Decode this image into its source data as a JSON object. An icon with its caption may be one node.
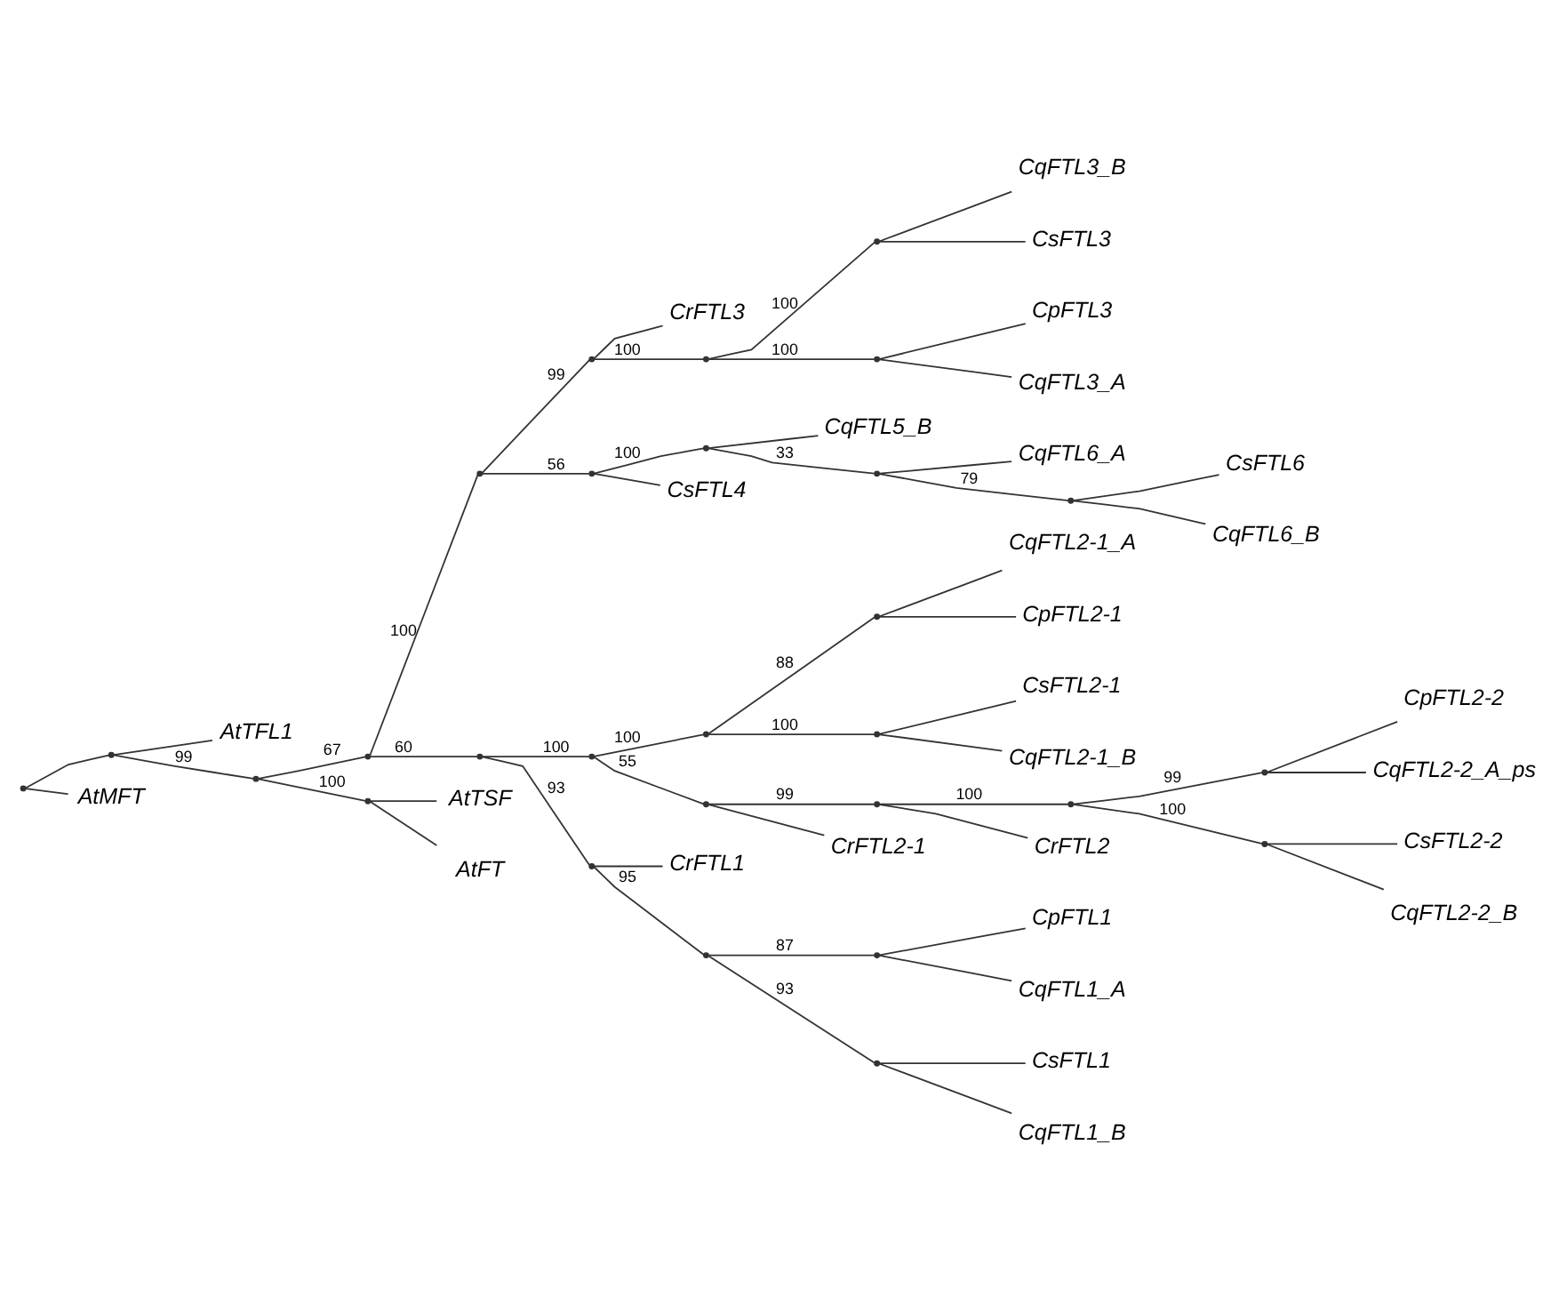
{
  "diagram": {
    "nodes": [
      {
        "text": [],
        "shape": "point"
      },
      {
        "text": [],
        "shape": "point"
      },
      {
        "text": [
          "AtTFL1"
        ]
      },
      {
        "text": [],
        "shape": "point"
      },
      {
        "text": [],
        "shape": "point"
      },
      {
        "text": [],
        "shape": "point"
      },
      {
        "text": [],
        "shape": "point"
      },
      {
        "text": [
          "CrFTL3"
        ]
      },
      {
        "text": [],
        "shape": "point"
      },
      {
        "text": [],
        "shape": "point"
      },
      {
        "text": [
          "CqFTL3_B"
        ]
      },
      {
        "text": [
          "CsFTL3"
        ]
      },
      {
        "text": [],
        "shape": "point"
      },
      {
        "text": [
          "CpFTL3"
        ]
      },
      {
        "text": [
          "CqFTL3_A"
        ]
      },
      {
        "text": [],
        "shape": "point"
      },
      {
        "text": [],
        "shape": "point"
      },
      {
        "text": [
          "CqFTL5_B"
        ]
      },
      {
        "text": [],
        "shape": "point"
      },
      {
        "text": [
          "CqFTL6_A"
        ]
      },
      {
        "text": [],
        "shape": "point"
      },
      {
        "text": [
          "CsFTL6"
        ]
      },
      {
        "text": [
          "CqFTL6_B"
        ]
      },
      {
        "text": [
          "CsFTL4"
        ]
      },
      {
        "text": [],
        "shape": "point"
      },
      {
        "text": [],
        "shape": "point"
      },
      {
        "text": [],
        "shape": "point"
      },
      {
        "text": [],
        "shape": "point"
      },
      {
        "text": [
          "CqFTL2-1_A"
        ]
      },
      {
        "text": [
          "CpFTL2-1"
        ]
      },
      {
        "text": [],
        "shape": "point"
      },
      {
        "text": [
          "CsFTL2-1"
        ]
      },
      {
        "text": [
          "CqFTL2-1_B"
        ]
      },
      {
        "text": [],
        "shape": "point"
      },
      {
        "text": [],
        "shape": "point"
      },
      {
        "text": [],
        "shape": "point"
      },
      {
        "text": [],
        "shape": "point"
      },
      {
        "text": [
          "CpFTL2-2"
        ]
      },
      {
        "text": [
          "CqFTL2-2_A_ps"
        ]
      },
      {
        "text": [],
        "shape": "point"
      },
      {
        "text": [
          "CsFTL2-2"
        ]
      },
      {
        "text": [
          "CqFTL2-2_B"
        ]
      },
      {
        "text": [
          "CrFTL2"
        ]
      },
      {
        "text": [
          "CrFTL2-1"
        ]
      },
      {
        "text": [],
        "shape": "point"
      },
      {
        "text": [
          "CrFTL1"
        ]
      },
      {
        "text": [],
        "shape": "point"
      },
      {
        "text": [],
        "shape": "point"
      },
      {
        "text": [
          "CpFTL1"
        ]
      },
      {
        "text": [
          "CqFTL1_A"
        ]
      },
      {
        "text": [],
        "shape": "point"
      },
      {
        "text": [
          "CsFTL1"
        ]
      },
      {
        "text": [
          "CqFTL1_B"
        ]
      },
      {
        "text": [],
        "shape": "point"
      },
      {
        "text": [
          "AtTSF"
        ]
      },
      {
        "text": [
          "AtFT"
        ]
      },
      {
        "text": [
          "AtMFT"
        ]
      }
    ],
    "edges": [
      {
        "from": 0,
        "to": 1,
        "arrow": "none"
      },
      {
        "from": 1,
        "to": 2,
        "arrow": "none"
      },
      {
        "from": 1,
        "to": 3,
        "arrow": "none",
        "label": "99"
      },
      {
        "from": 3,
        "to": 4,
        "arrow": "none",
        "label": "67"
      },
      {
        "from": 4,
        "to": 5,
        "arrow": "none",
        "label": "100"
      },
      {
        "from": 5,
        "to": 6,
        "arrow": "none",
        "label": "99"
      },
      {
        "from": 6,
        "to": 7,
        "arrow": "none"
      },
      {
        "from": 6,
        "to": 8,
        "arrow": "none",
        "label": "100"
      },
      {
        "from": 8,
        "to": 9,
        "arrow": "none",
        "label": "100"
      },
      {
        "from": 9,
        "to": 10,
        "arrow": "none"
      },
      {
        "from": 9,
        "to": 11,
        "arrow": "none"
      },
      {
        "from": 8,
        "to": 12,
        "arrow": "none",
        "label": "100"
      },
      {
        "from": 12,
        "to": 13,
        "arrow": "none"
      },
      {
        "from": 12,
        "to": 14,
        "arrow": "none"
      },
      {
        "from": 5,
        "to": 15,
        "arrow": "none",
        "label": "56"
      },
      {
        "from": 15,
        "to": 16,
        "arrow": "none",
        "label": "100"
      },
      {
        "from": 16,
        "to": 17,
        "arrow": "none"
      },
      {
        "from": 16,
        "to": 18,
        "arrow": "none",
        "label": "33"
      },
      {
        "from": 18,
        "to": 19,
        "arrow": "none"
      },
      {
        "from": 18,
        "to": 20,
        "arrow": "none",
        "label": "79"
      },
      {
        "from": 20,
        "to": 21,
        "arrow": "none"
      },
      {
        "from": 20,
        "to": 22,
        "arrow": "none"
      },
      {
        "from": 15,
        "to": 23,
        "arrow": "none"
      },
      {
        "from": 4,
        "to": 24,
        "arrow": "none",
        "label": "60"
      },
      {
        "from": 24,
        "to": 25,
        "arrow": "none",
        "label": "100"
      },
      {
        "from": 25,
        "to": 26,
        "arrow": "none",
        "label": "100"
      },
      {
        "from": 26,
        "to": 27,
        "arrow": "none",
        "label": "88"
      },
      {
        "from": 27,
        "to": 28,
        "arrow": "none"
      },
      {
        "from": 27,
        "to": 29,
        "arrow": "none"
      },
      {
        "from": 26,
        "to": 30,
        "arrow": "none",
        "label": "100"
      },
      {
        "from": 30,
        "to": 31,
        "arrow": "none"
      },
      {
        "from": 30,
        "to": 32,
        "arrow": "none"
      },
      {
        "from": 25,
        "to": 33,
        "arrow": "none",
        "label": "55"
      },
      {
        "from": 33,
        "to": 34,
        "arrow": "none",
        "label": "99"
      },
      {
        "from": 34,
        "to": 35,
        "arrow": "none",
        "label": "100"
      },
      {
        "from": 35,
        "to": 36,
        "arrow": "none",
        "label": "99"
      },
      {
        "from": 36,
        "to": 37,
        "arrow": "none"
      },
      {
        "from": 36,
        "to": 38,
        "arrow": "none"
      },
      {
        "from": 35,
        "to": 39,
        "arrow": "none",
        "label": "100"
      },
      {
        "from": 39,
        "to": 40,
        "arrow": "none"
      },
      {
        "from": 39,
        "to": 41,
        "arrow": "none"
      },
      {
        "from": 34,
        "to": 42,
        "arrow": "none"
      },
      {
        "from": 33,
        "to": 43,
        "arrow": "none"
      },
      {
        "from": 24,
        "to": 44,
        "arrow": "none",
        "label": "93"
      },
      {
        "from": 44,
        "to": 45,
        "arrow": "none"
      },
      {
        "from": 44,
        "to": 46,
        "arrow": "none",
        "label": "95"
      },
      {
        "from": 46,
        "to": 47,
        "arrow": "none",
        "label": "87"
      },
      {
        "from": 47,
        "to": 48,
        "arrow": "none"
      },
      {
        "from": 47,
        "to": 49,
        "arrow": "none"
      },
      {
        "from": 46,
        "to": 50,
        "arrow": "none",
        "label": "93"
      },
      {
        "from": 50,
        "to": 51,
        "arrow": "none"
      },
      {
        "from": 50,
        "to": 52,
        "arrow": "none"
      },
      {
        "from": 3,
        "to": 53,
        "arrow": "none",
        "label": "100"
      },
      {
        "from": 53,
        "to": 54,
        "arrow": "none"
      },
      {
        "from": 53,
        "to": 55,
        "arrow": "none"
      },
      {
        "from": 0,
        "to": 56,
        "arrow": "none"
      }
    ]
  }
}
